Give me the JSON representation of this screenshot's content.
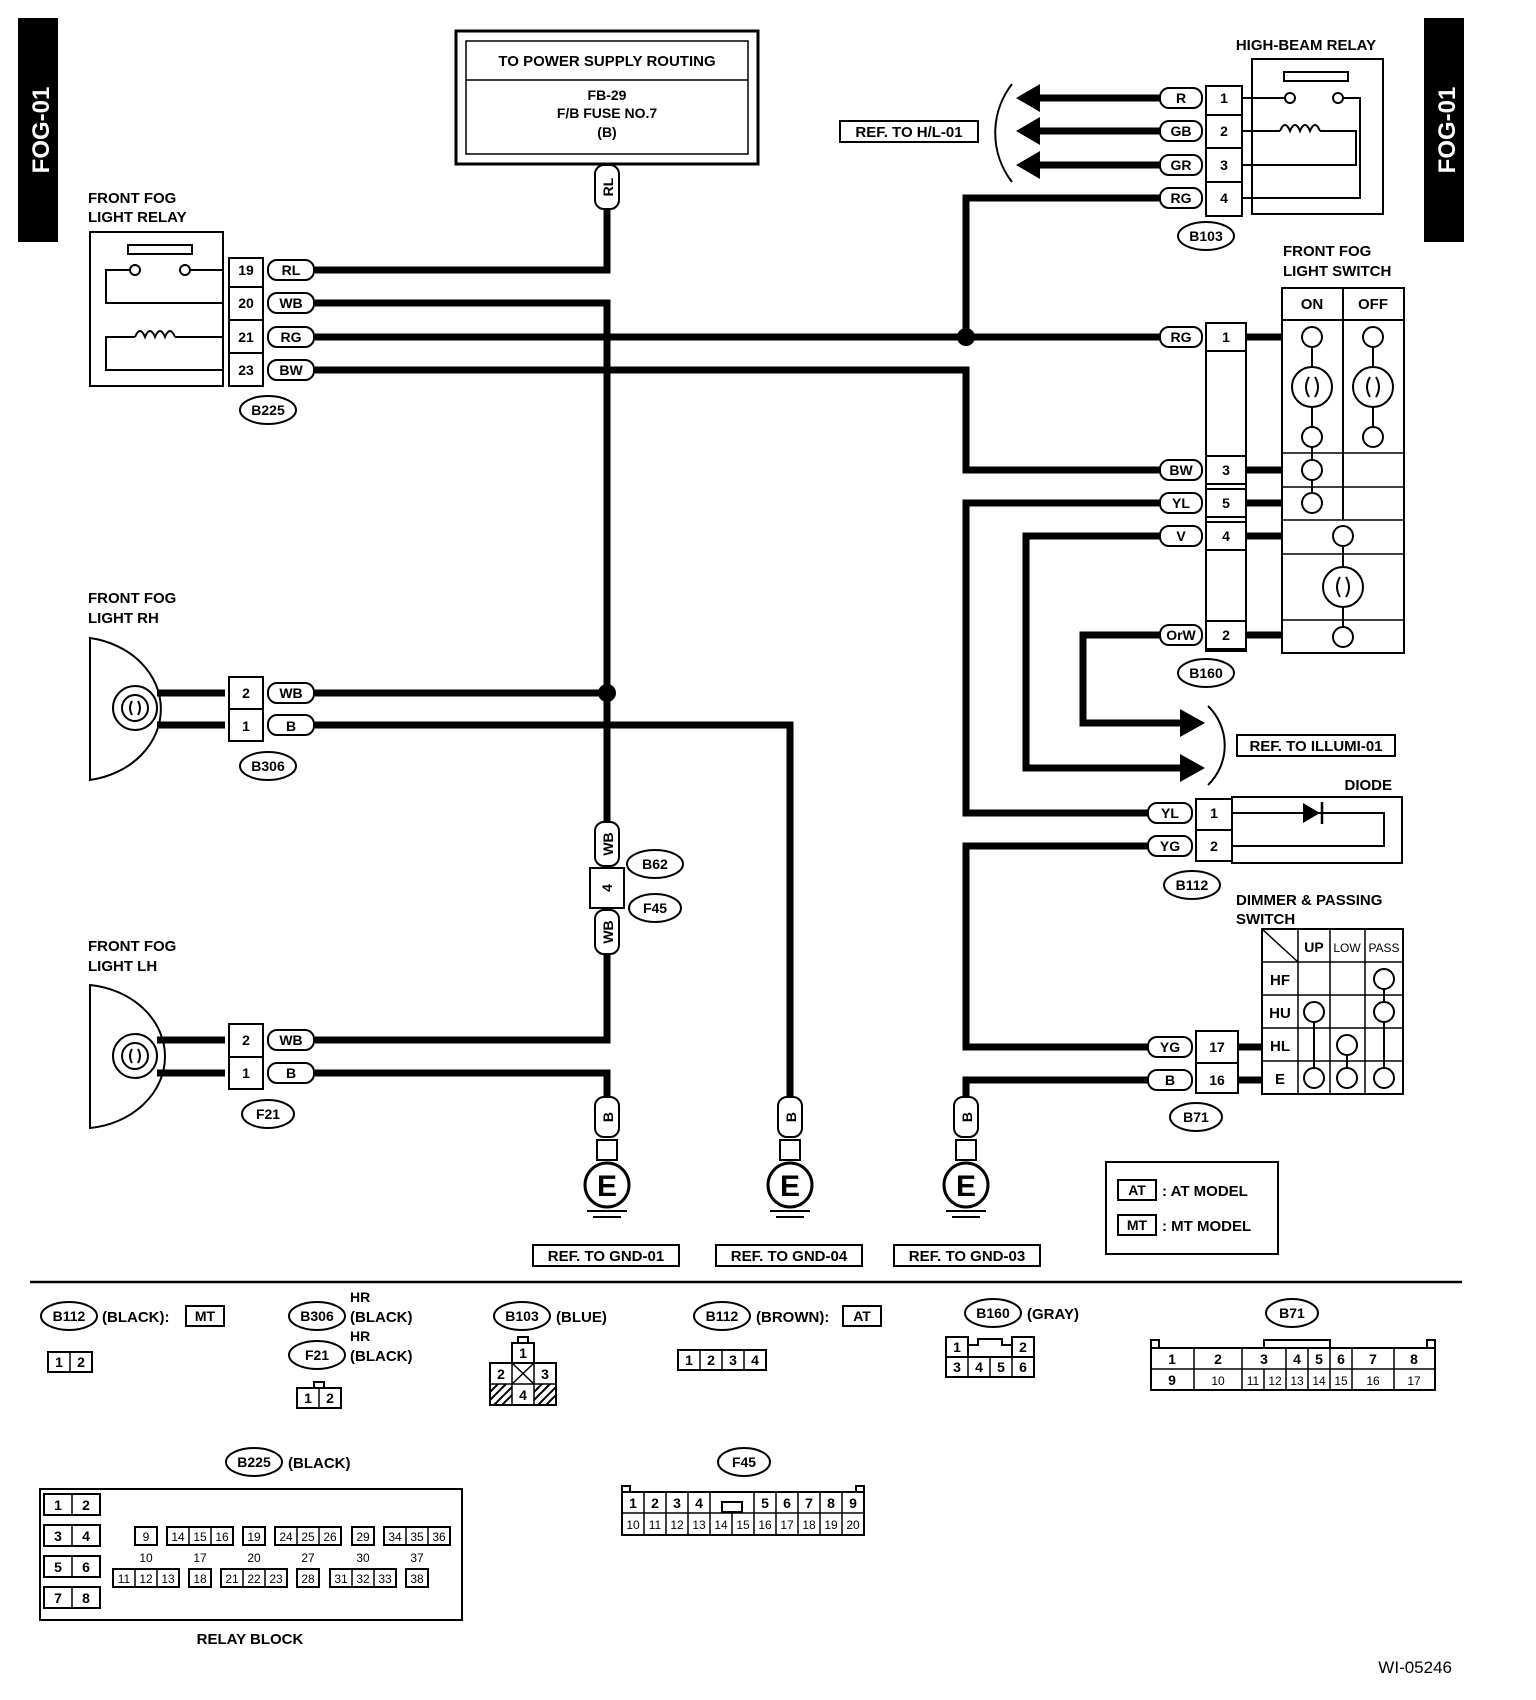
{
  "diagram_id": "FOG-01",
  "figure_code": "WI-05246",
  "power_supply": {
    "title": "TO POWER SUPPLY ROUTING",
    "line1": "FB-29",
    "line2": "F/B FUSE NO.7",
    "line3": "(B)",
    "wire": "RL"
  },
  "fog_relay": {
    "label1": "FRONT FOG",
    "label2": "LIGHT RELAY",
    "connector": "B225",
    "pins": [
      {
        "pin": "19",
        "wire": "RL"
      },
      {
        "pin": "20",
        "wire": "WB"
      },
      {
        "pin": "21",
        "wire": "RG"
      },
      {
        "pin": "23",
        "wire": "BW"
      }
    ]
  },
  "fog_rh": {
    "label1": "FRONT FOG",
    "label2": "LIGHT RH",
    "connector": "B306",
    "pins": [
      {
        "pin": "2",
        "wire": "WB"
      },
      {
        "pin": "1",
        "wire": "B"
      }
    ]
  },
  "fog_lh": {
    "label1": "FRONT FOG",
    "label2": "LIGHT LH",
    "connector": "F21",
    "pins": [
      {
        "pin": "2",
        "wire": "WB"
      },
      {
        "pin": "1",
        "wire": "B"
      }
    ]
  },
  "inline_connector": {
    "upper": "B62",
    "lower": "F45",
    "pin": "4",
    "wire": "WB"
  },
  "high_beam_relay": {
    "label": "HIGH-BEAM RELAY",
    "connector": "B103",
    "pins": [
      {
        "pin": "1",
        "wire": "R"
      },
      {
        "pin": "2",
        "wire": "GB"
      },
      {
        "pin": "3",
        "wire": "GR"
      },
      {
        "pin": "4",
        "wire": "RG"
      }
    ],
    "ref": "REF. TO H/L-01"
  },
  "fog_switch": {
    "label1": "FRONT FOG",
    "label2": "LIGHT SWITCH",
    "col_on": "ON",
    "col_off": "OFF",
    "connector": "B160",
    "pins": [
      {
        "pin": "1",
        "wire": "RG"
      },
      {
        "pin": "3",
        "wire": "BW"
      },
      {
        "pin": "5",
        "wire": "YL"
      },
      {
        "pin": "4",
        "wire": "V"
      },
      {
        "pin": "2",
        "wire": "OrW"
      }
    ],
    "ref": "REF. TO ILLUMI-01"
  },
  "diode": {
    "label": "DIODE",
    "connector": "B112",
    "pins": [
      {
        "pin": "1",
        "wire": "YL"
      },
      {
        "pin": "2",
        "wire": "YG"
      }
    ]
  },
  "dimmer_switch": {
    "label1": "DIMMER & PASSING",
    "label2": "SWITCH",
    "cols": [
      "UP",
      "LOW",
      "PASS"
    ],
    "rows": [
      "HF",
      "HU",
      "HL",
      "E"
    ],
    "connector": "B71",
    "pins": [
      {
        "pin": "17",
        "wire": "YG"
      },
      {
        "pin": "16",
        "wire": "B"
      }
    ]
  },
  "grounds": [
    {
      "wire": "B",
      "symbol": "E",
      "ref": "REF. TO GND-01"
    },
    {
      "wire": "B",
      "symbol": "E",
      "ref": "REF. TO GND-04"
    },
    {
      "wire": "B",
      "symbol": "E",
      "ref": "REF. TO GND-03"
    }
  ],
  "legend": [
    {
      "code": "AT",
      "text": ": AT MODEL"
    },
    {
      "code": "MT",
      "text": ": MT MODEL"
    }
  ],
  "connector_views": {
    "b112_mt": {
      "name": "B112",
      "desc": "(BLACK):",
      "tag": "MT",
      "pins": [
        "1",
        "2"
      ]
    },
    "b306": {
      "name": "B306",
      "hr": "HR",
      "desc": "(BLACK)"
    },
    "f21": {
      "name": "F21",
      "hr": "HR",
      "desc": "(BLACK)",
      "pins": [
        "1",
        "2"
      ]
    },
    "b103": {
      "name": "B103",
      "desc": "(BLUE)",
      "pins": [
        "1",
        "2",
        "3",
        "4"
      ]
    },
    "b112_at": {
      "name": "B112",
      "desc": "(BROWN):",
      "tag": "AT",
      "pins": [
        "1",
        "2",
        "3",
        "4"
      ]
    },
    "b160": {
      "name": "B160",
      "desc": "(GRAY)",
      "pins": [
        "1",
        "2",
        "3",
        "4",
        "5",
        "6"
      ]
    },
    "b71": {
      "name": "B71",
      "top": [
        "1",
        "2",
        "3",
        "4",
        "5",
        "6",
        "7",
        "8"
      ],
      "bottom": [
        "9",
        "10",
        "11",
        "12",
        "13",
        "14",
        "15",
        "16",
        "17"
      ]
    },
    "b225": {
      "name": "B225",
      "desc": "(BLACK)",
      "caption": "RELAY BLOCK",
      "left": [
        "1",
        "2",
        "3",
        "4",
        "5",
        "6",
        "7",
        "8"
      ],
      "r1": [
        "9",
        "14",
        "15",
        "16",
        "19",
        "24",
        "25",
        "26",
        "29",
        "34",
        "35",
        "36"
      ],
      "r2": [
        "10",
        "17",
        "20",
        "27",
        "30",
        "37"
      ],
      "r3": [
        "11",
        "12",
        "13",
        "18",
        "21",
        "22",
        "23",
        "28",
        "31",
        "32",
        "33",
        "38"
      ]
    },
    "f45": {
      "name": "F45",
      "top": [
        "1",
        "2",
        "3",
        "4",
        "5",
        "6",
        "7",
        "8",
        "9"
      ],
      "bottom": [
        "10",
        "11",
        "12",
        "13",
        "14",
        "15",
        "16",
        "17",
        "18",
        "19",
        "20"
      ]
    }
  }
}
